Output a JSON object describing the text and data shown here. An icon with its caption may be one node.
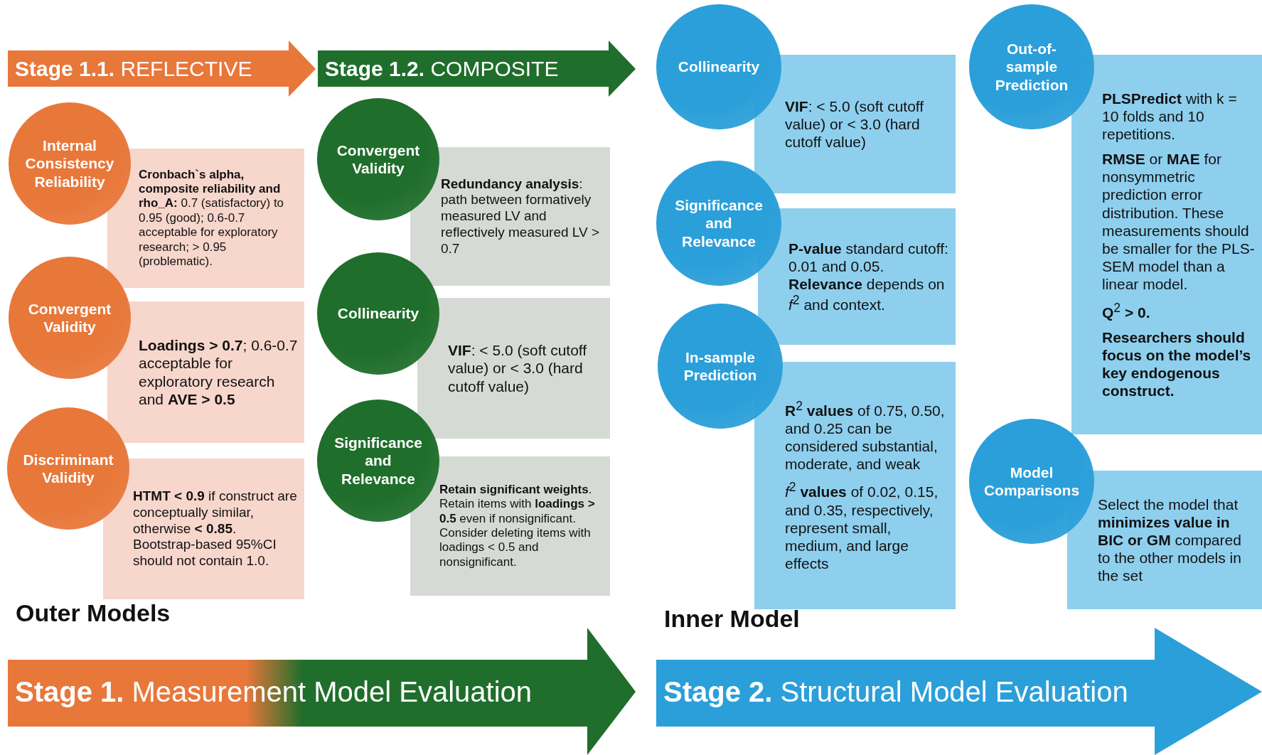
{
  "diagram": {
    "nodes": [
      {
        "text": [
          "**Stage 1.1.** REFLECTIVE"
        ]
      },
      {
        "text": [
          "Internal Consistency Reliability"
        ]
      },
      {
        "text": [
          "**Cronbach`s alpha, composite reliability and rho_A:** 0.7 (satisfactory) to 0.95 (good); 0.6-0.7 acceptable for exploratory research; > 0.95 (problematic)."
        ]
      },
      {
        "text": [
          "Convergent Validity"
        ]
      },
      {
        "text": [
          "**Loadings > 0.7**; 0.6-0.7 acceptable for exploratory research and **AVE > 0.5**"
        ]
      },
      {
        "text": [
          "Discriminant Validity"
        ]
      },
      {
        "text": [
          "**HTMT < 0.9** if construct are conceptually similar, otherwise **< 0.85**. Bootstrap-based 95%CI should not contain 1.0."
        ]
      },
      {
        "text": [
          "**Stage 1.2.** COMPOSITE"
        ]
      },
      {
        "text": [
          "Convergent Validity"
        ]
      },
      {
        "text": [
          "**Redundancy analysis**: path between formatively measured LV and reflectively measured LV > 0.7"
        ]
      },
      {
        "text": [
          "Collinearity"
        ]
      },
      {
        "text": [
          "**VIF**: < 5.0 (soft cutoff value) or < 3.0 (hard cutoff value)"
        ]
      },
      {
        "text": [
          "Significance and Relevance"
        ]
      },
      {
        "text": [
          "**Retain significant weights**. Retain items with **loadings > 0.5** even if nonsignificant. Consider deleting items with loadings < 0.5 and nonsignificant."
        ]
      },
      {
        "text": [
          "Collinearity"
        ]
      },
      {
        "text": [
          "**VIF**: < 5.0 (soft cutoff value) or < 3.0 (hard cutoff value)"
        ]
      },
      {
        "text": [
          "Significance and Relevance"
        ]
      },
      {
        "text": [
          "**P-value** standard cutoff: 0.01 and 0.05. **Relevance** depends on *f*$^{2}$ and context."
        ]
      },
      {
        "text": [
          "In-sample Prediction"
        ]
      },
      {
        "text": [
          "**R**$^{2}$ **values** of 0.75, 0.50, and 0.25 can be considered substantial, moderate, and weak",
          "*f*$^{2}$ **values** of 0.02, 0.15, and 0.35, respectively, represent small, medium, and large effects"
        ]
      },
      {
        "text": [
          "Out-of-sample Prediction"
        ]
      },
      {
        "text": [
          "**PLSPredict** with k = 10 folds and 10 repetitions.",
          "**RMSE** or **MAE** for nonsymmetric prediction error distribution. These measurements should be smaller for the PLS-SEM model than a linear model.",
          "**Q**$^{2}$ **> 0.**",
          "**Researchers should focus on the model’s key endogenous construct.**"
        ]
      },
      {
        "text": [
          "Model Comparisons"
        ]
      },
      {
        "text": [
          "Select the model that **minimizes value in BIC or GM** compared to the other models in the set"
        ]
      },
      {
        "text": [
          "**Stage 1.** Measurement Model Evaluation"
        ]
      },
      {
        "text": [
          "**Stage 2.** Structural Model Evaluation"
        ]
      }
    ],
    "labels": [
      "Outer Models",
      "Inner Model"
    ]
  }
}
